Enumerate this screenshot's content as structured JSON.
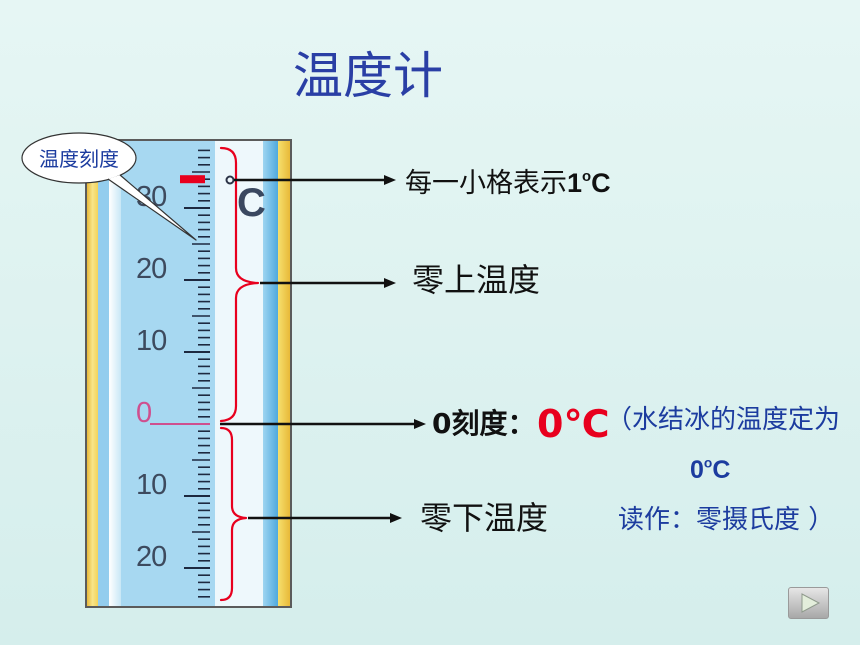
{
  "slide": {
    "title": "温度计"
  },
  "colors": {
    "title": "#2a3fa5",
    "annotation_blue": "#1c3c9f",
    "accent_red": "#e8001e",
    "zero_pink": "#cf4f8f",
    "text_black": "#111111",
    "background_top": "#e6f6f4",
    "background_bottom": "#d5eeec"
  },
  "callout": {
    "label": "温度刻度"
  },
  "thermometer": {
    "unit": "C",
    "min": -24,
    "max": 38,
    "minor_step": 1,
    "mid_step": 5,
    "major_step": 10,
    "labels": [
      {
        "value": 30,
        "text": "30"
      },
      {
        "value": 20,
        "text": "20"
      },
      {
        "value": 10,
        "text": "10"
      },
      {
        "value": 0,
        "text": "0"
      },
      {
        "value": -10,
        "text": "10"
      },
      {
        "value": -20,
        "text": "20"
      }
    ],
    "highlighted_division": 34
  },
  "annotations": {
    "per_division": {
      "text": "每一小格表示",
      "value": "1",
      "degree": "o",
      "unit": "C"
    },
    "above_zero": {
      "text": "零上温度"
    },
    "zero_mark": {
      "text": "0刻度：",
      "value": "0℃",
      "note_open": "（水结冰的温度定为",
      "note_value": "0",
      "note_degree": "o",
      "note_unit": "C",
      "note_read": "读作：零摄氏度 ）"
    },
    "below_zero": {
      "text": "零下温度"
    }
  },
  "navigation": {
    "next_icon": "play-icon"
  }
}
